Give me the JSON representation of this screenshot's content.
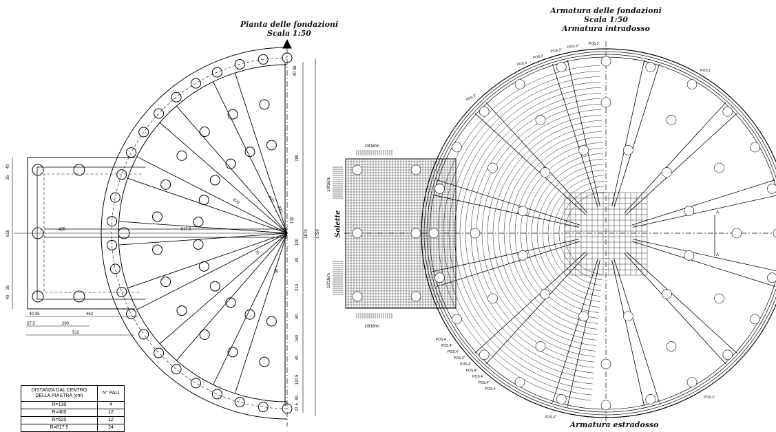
{
  "titles": {
    "plan_title": "Pianta delle fondazioni",
    "plan_scale": "Scala 1:50",
    "reinf_title": "Armatura delle fondazioni",
    "reinf_scale": "Scala 1:50",
    "intradosso": "Armatura intradosso",
    "estradosso": "Armatura estradosso",
    "solette": "Solette"
  },
  "plan_dims": {
    "d435": "435",
    "d817": "817.5",
    "d620": "620",
    "d400": "400",
    "d230": "230",
    "d130": "130",
    "d780": "780",
    "d1670": "1670",
    "d1750": "1750",
    "d610": "610",
    "d40a": "40",
    "d35a": "35",
    "d40b": "40",
    "d35b": "35",
    "d40_35": "40 35",
    "d462": "462",
    "d57_5": "57.5",
    "d290": "290",
    "d512": "512",
    "v100": "100",
    "v40": "40",
    "v210": "210",
    "v80": "80",
    "v160": "160",
    "v40b": "40",
    "v137": "137.5",
    "v80b": "80",
    "v27": "27.5",
    "r75": "75",
    "rpt": "36"
  },
  "reinf_labels": {
    "top_bars": "10f16/m",
    "bottom_bars": "10f16/m",
    "left_bars_upper": "10f16/m",
    "left_bars_lower": "10f16/m",
    "pos3": "POS.3",
    "pos3p": "POS.3'",
    "pos3pp": "POS.3\"",
    "pos3ppp": "POS.3'''",
    "pos3b": "POS.3",
    "pos1p": "POS.1'",
    "pos2p": "POS.2'",
    "section": "A",
    "section2": "A",
    "pos4_list": [
      "POS.4",
      "POS.4\"",
      "POS.4'",
      "POS.4\"",
      "POS.4'",
      "POS.4\"",
      "POS.4'",
      "POS.4\"",
      "POS.4"
    ],
    "pos4ppp": "POS.4'''"
  },
  "table": {
    "header_r": "DISTANZA DAL CENTRO DELLA PIASTRA (cm)",
    "header_n": "N° PALI",
    "rows": [
      {
        "r": "R=130",
        "n": "4"
      },
      {
        "r": "R=400",
        "n": "12"
      },
      {
        "r": "R=620",
        "n": "12"
      },
      {
        "r": "R=817.5",
        "n": "24"
      }
    ]
  }
}
